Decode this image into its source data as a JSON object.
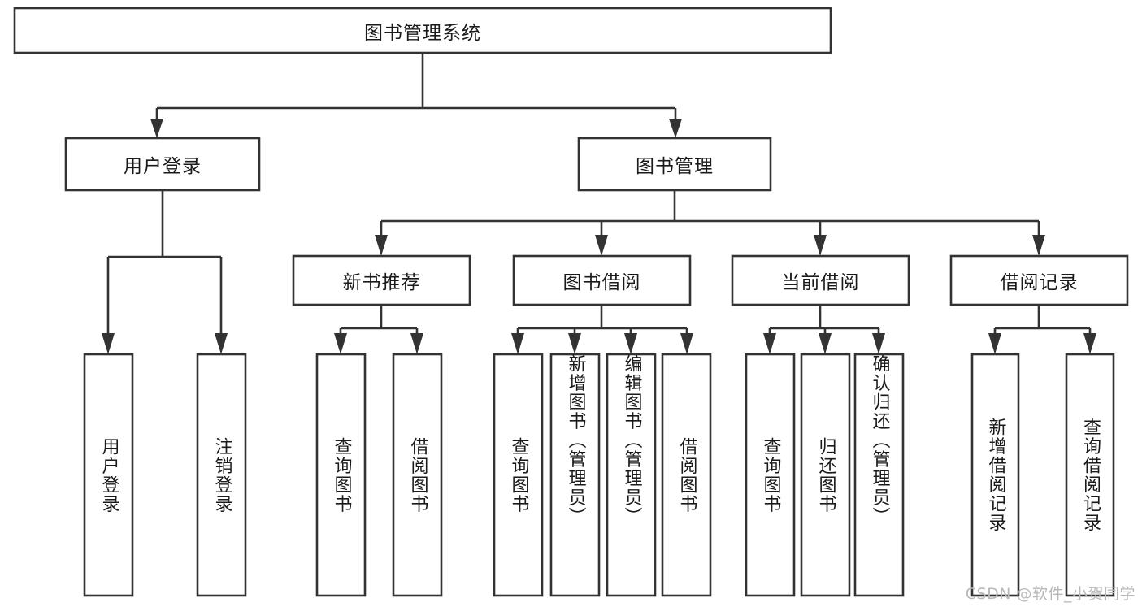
{
  "diagram": {
    "type": "tree-hierarchy",
    "title": "图书管理系统",
    "watermark": "CSDN @软件_小贺同学",
    "colors": {
      "box_stroke": "#333333",
      "box_fill": "#ffffff",
      "text": "#1a1a1a",
      "background": "#ffffff",
      "watermark": "#b9b9b9"
    },
    "root": {
      "id": "root",
      "label": "图书管理系统",
      "orientation": "horizontal"
    },
    "level2": [
      {
        "id": "user-login",
        "label": "用户登录",
        "orientation": "horizontal"
      },
      {
        "id": "book-management",
        "label": "图书管理",
        "orientation": "horizontal"
      }
    ],
    "level3": [
      {
        "id": "new-book-recommend",
        "label": "新书推荐",
        "orientation": "horizontal",
        "parent": "book-management"
      },
      {
        "id": "book-borrow",
        "label": "图书借阅",
        "orientation": "horizontal",
        "parent": "book-management"
      },
      {
        "id": "current-borrow",
        "label": "当前借阅",
        "orientation": "horizontal",
        "parent": "book-management"
      },
      {
        "id": "borrow-record",
        "label": "借阅记录",
        "orientation": "horizontal",
        "parent": "book-management"
      }
    ],
    "leaves": [
      {
        "id": "leaf-user-login",
        "label": "用户登录",
        "orientation": "vertical",
        "parent": "user-login"
      },
      {
        "id": "leaf-logout",
        "label": "注销登录",
        "orientation": "vertical",
        "parent": "user-login"
      },
      {
        "id": "leaf-query-book-1",
        "label": "查询图书",
        "orientation": "vertical",
        "parent": "new-book-recommend"
      },
      {
        "id": "leaf-borrow-book-1",
        "label": "借阅图书",
        "orientation": "vertical",
        "parent": "new-book-recommend"
      },
      {
        "id": "leaf-query-book-2",
        "label": "查询图书",
        "orientation": "vertical",
        "parent": "book-borrow"
      },
      {
        "id": "leaf-add-book",
        "label": "新增图书（管理员）",
        "orientation": "vertical",
        "parent": "book-borrow"
      },
      {
        "id": "leaf-edit-book",
        "label": "编辑图书（管理员）",
        "orientation": "vertical",
        "parent": "book-borrow"
      },
      {
        "id": "leaf-borrow-book-2",
        "label": "借阅图书",
        "orientation": "vertical",
        "parent": "book-borrow"
      },
      {
        "id": "leaf-query-book-3",
        "label": "查询图书",
        "orientation": "vertical",
        "parent": "current-borrow"
      },
      {
        "id": "leaf-return-book",
        "label": "归还图书",
        "orientation": "vertical",
        "parent": "current-borrow"
      },
      {
        "id": "leaf-confirm-return",
        "label": "确认归还（管理员）",
        "orientation": "vertical",
        "parent": "current-borrow"
      },
      {
        "id": "leaf-add-record",
        "label": "新增借阅记录",
        "orientation": "vertical",
        "parent": "borrow-record"
      },
      {
        "id": "leaf-query-record",
        "label": "查询借阅记录",
        "orientation": "vertical",
        "parent": "borrow-record"
      }
    ]
  }
}
